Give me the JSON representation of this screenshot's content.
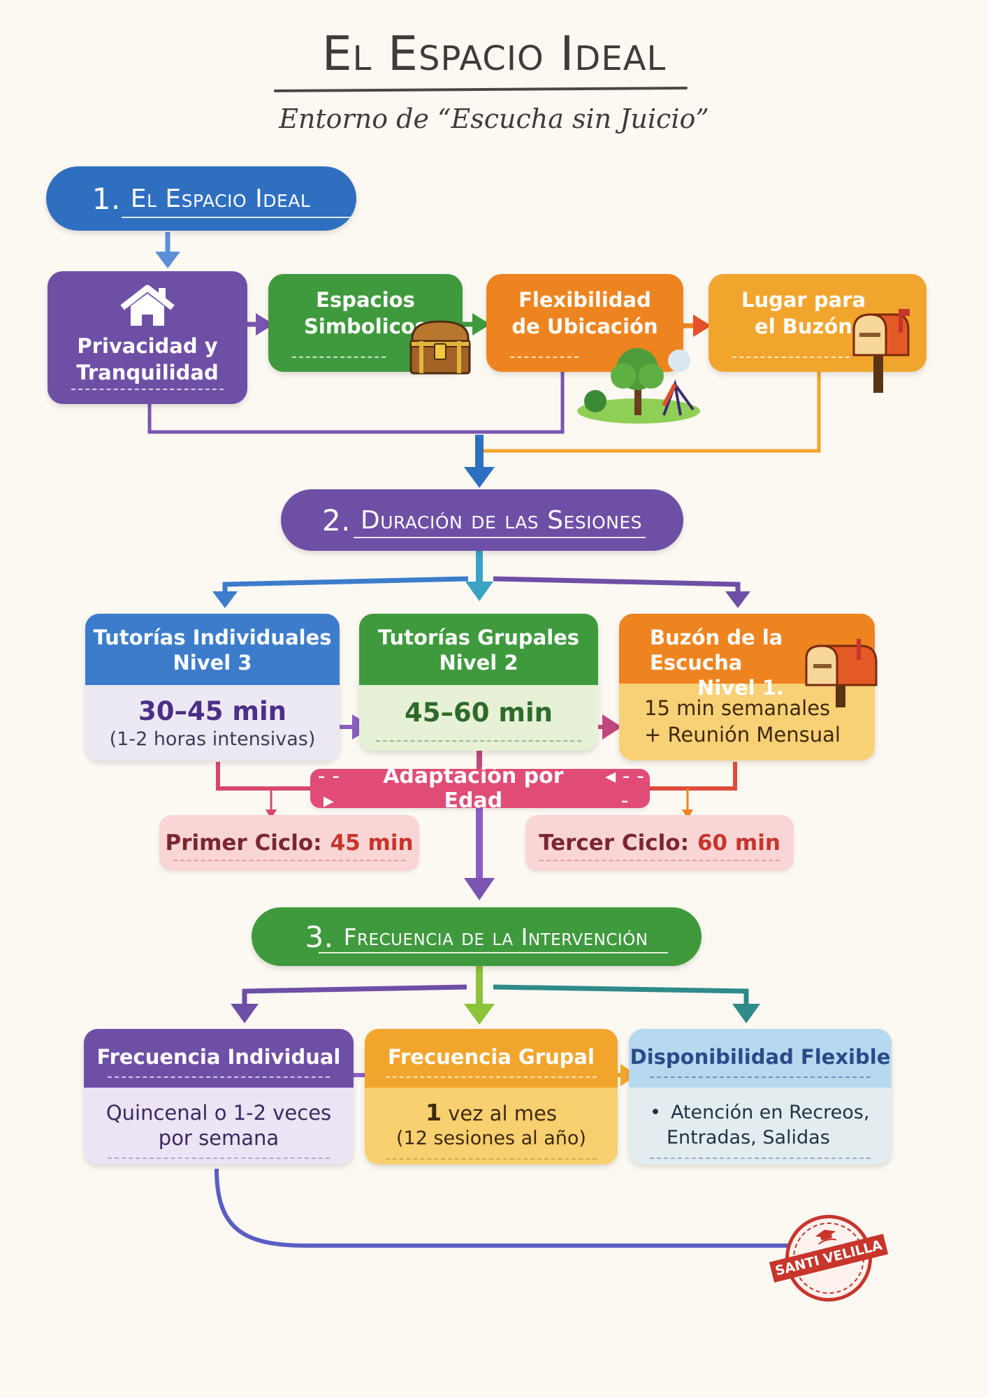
{
  "header": {
    "title": "El Espacio Ideal",
    "subtitle": "Entorno de “Escucha sin Juicio”"
  },
  "section1": {
    "number": "1.",
    "title": "El Espacio Ideal",
    "boxes": [
      {
        "line1": "Privacidad y",
        "line2": "Tranquilidad",
        "icon": "house-icon"
      },
      {
        "line1": "Espacios",
        "line2": "Simbolicos",
        "icon": "treasure-chest-icon"
      },
      {
        "line1": "Flexibilidad",
        "line2": "de Ubicación",
        "icon": "park-tree-icon"
      },
      {
        "line1": "Lugar para",
        "line2": "el Buzón",
        "icon": "mailbox-icon"
      }
    ]
  },
  "section2": {
    "number": "2.",
    "title": "Duración de las Sesiones",
    "cards": [
      {
        "title1": "Tutorías Individuales",
        "title2": "Nivel 3",
        "value": "30–45 min",
        "note": "(1-2 horas intensivas)"
      },
      {
        "title1": "Tutorías Grupales",
        "title2": "Nivel 2",
        "value": "45–60 min"
      },
      {
        "title1": "Buzón de la Escucha",
        "title2": "Nivel 1.",
        "line1": "15 min semanales",
        "line2": "+ Reunión Mensual",
        "icon": "mailbox-icon"
      }
    ],
    "adaptation": {
      "label": "Adaptación por Edad",
      "left_marker": "- - ▸",
      "right_marker": "◂ - - -"
    },
    "ages": [
      {
        "label": "Primer Ciclo:",
        "value": "45 min"
      },
      {
        "label": "Tercer Ciclo:",
        "value": "60 min"
      }
    ]
  },
  "section3": {
    "number": "3.",
    "title": "Frecuencia de la Intervención",
    "cards": [
      {
        "title": "Frecuencia Individual",
        "line1": "Quincenal o 1-2 veces",
        "line2": "por semana"
      },
      {
        "title": "Frecuencia Grupal",
        "strong": "1",
        "line1": " vez al mes",
        "line2": "(12 sesiones al año)"
      },
      {
        "title": "Disponibilidad Flexible",
        "bullet": "•",
        "line1": "Atención en Recreos,",
        "line2": "Entradas, Salidas"
      }
    ]
  },
  "stamp": {
    "text": "SANTI VELILLA",
    "icon": "graduation-book-icon"
  },
  "colors": {
    "blue": "#2f6fc0",
    "purple": "#6e4fa6",
    "green": "#3f9a3d",
    "orange": "#ee8420",
    "amber": "#f2a52d",
    "pink": "#e04c76",
    "red_stamp": "#c8352b"
  }
}
